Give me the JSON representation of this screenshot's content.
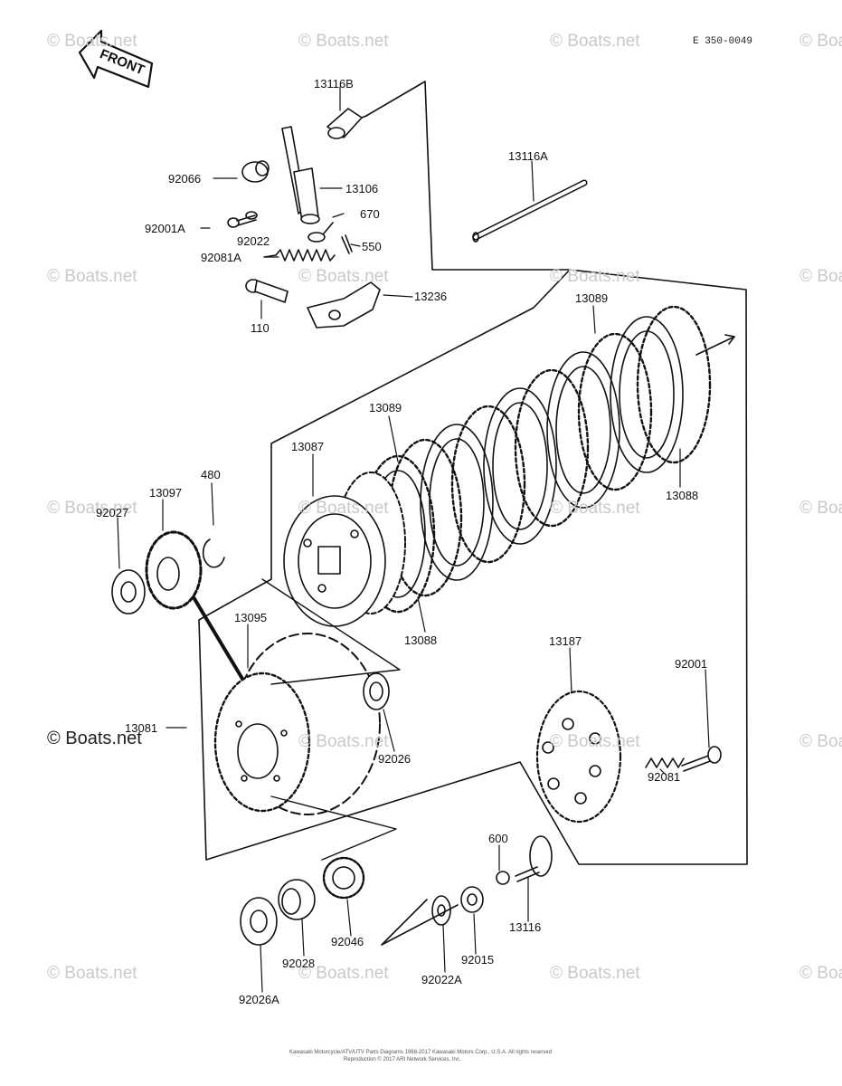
{
  "drawing_code": "E 350-0049",
  "front_label": "FRONT",
  "watermark": "© Boats.net",
  "footer_line1": "Kawasaki Motorcycle/ATV/UTV Parts Diagrams 1968-2017 Kawasaki Motors Corp., U.S.A. All rights reserved",
  "footer_line2": "Reproduction © 2017 ARI Network Services, Inc.",
  "parts": {
    "p13116B": "13116B",
    "p13116A": "13116A",
    "p92066": "92066",
    "p13106": "13106",
    "p92001A": "92001A",
    "p670": "670",
    "p92022": "92022",
    "p550": "550",
    "p92081A": "92081A",
    "p13236": "13236",
    "p110": "110",
    "p13089a": "13089",
    "p13089b": "13089",
    "p13087": "13087",
    "p13088a": "13088",
    "p13088b": "13088",
    "p480": "480",
    "p13097": "13097",
    "p92027": "92027",
    "p13095": "13095",
    "p13081": "13081",
    "p92026": "92026",
    "p13187": "13187",
    "p92001": "92001",
    "p92081": "92081",
    "p600": "600",
    "p13116": "13116",
    "p92015": "92015",
    "p92022A": "92022A",
    "p92046": "92046",
    "p92028": "92028",
    "p92026A": "92026A"
  }
}
